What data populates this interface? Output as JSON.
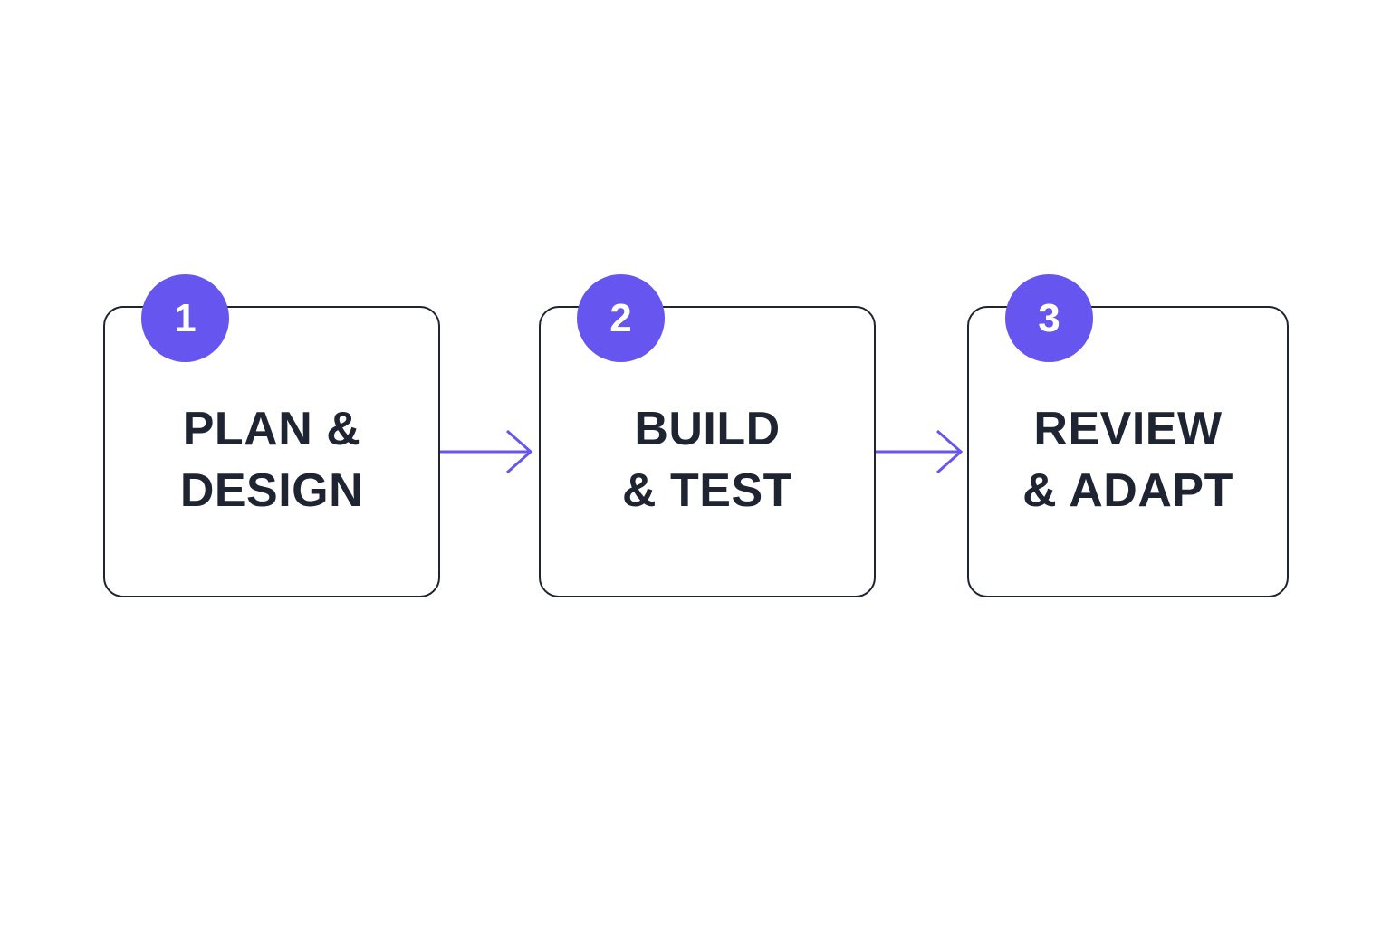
{
  "colors": {
    "accent": "#6655ee",
    "border": "#1f2433",
    "text": "#1f2433",
    "background": "#ffffff"
  },
  "steps": [
    {
      "number": "1",
      "line1": "PLAN &",
      "line2": "DESIGN"
    },
    {
      "number": "2",
      "line1": "BUILD",
      "line2": "& TEST"
    },
    {
      "number": "3",
      "line1": "REVIEW",
      "line2": "& ADAPT"
    }
  ],
  "connectors": [
    {
      "from": "1",
      "to": "2",
      "icon": "arrow-right-icon"
    },
    {
      "from": "2",
      "to": "3",
      "icon": "arrow-right-icon"
    }
  ]
}
